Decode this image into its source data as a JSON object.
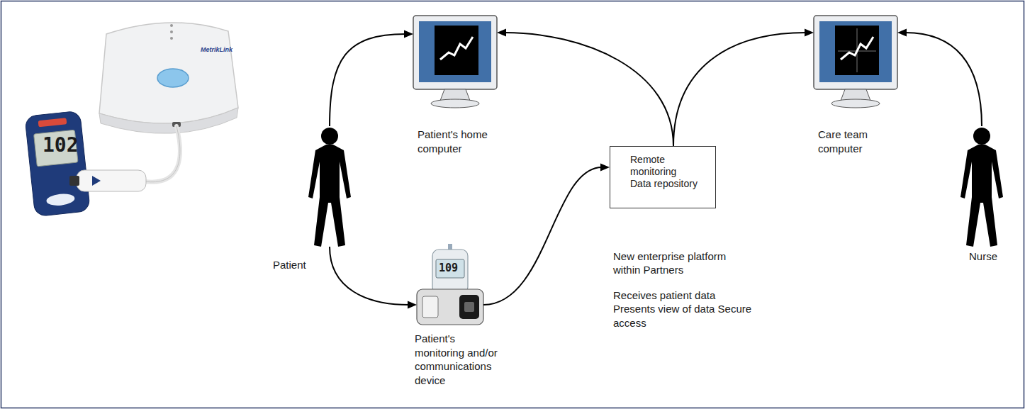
{
  "diagram": {
    "nodes": [
      {
        "text": [
          "Patient"
        ]
      },
      {
        "text": [
          "Patient's home computer"
        ]
      },
      {
        "text": [
          "Patient's monitoring and/or communications device"
        ]
      },
      {
        "text": [
          "Remote monitoring Data repository",
          "New enterprise platform within Partners",
          "Receives patient data Presents view of data Secure access"
        ]
      },
      {
        "text": [
          "Care team computer"
        ]
      },
      {
        "text": [
          "Nurse"
        ]
      }
    ],
    "edges": [
      {
        "from": 0,
        "to": 1,
        "arrow": "to"
      },
      {
        "from": 0,
        "to": 2,
        "arrow": "to"
      },
      {
        "from": 2,
        "to": 3,
        "arrow": "to"
      },
      {
        "from": 3,
        "to": 1,
        "arrow": "to"
      },
      {
        "from": 3,
        "to": 4,
        "arrow": "to"
      },
      {
        "from": 5,
        "to": 4,
        "arrow": "to"
      }
    ],
    "labels": [
      "102",
      "MetrikLink",
      "109"
    ]
  }
}
